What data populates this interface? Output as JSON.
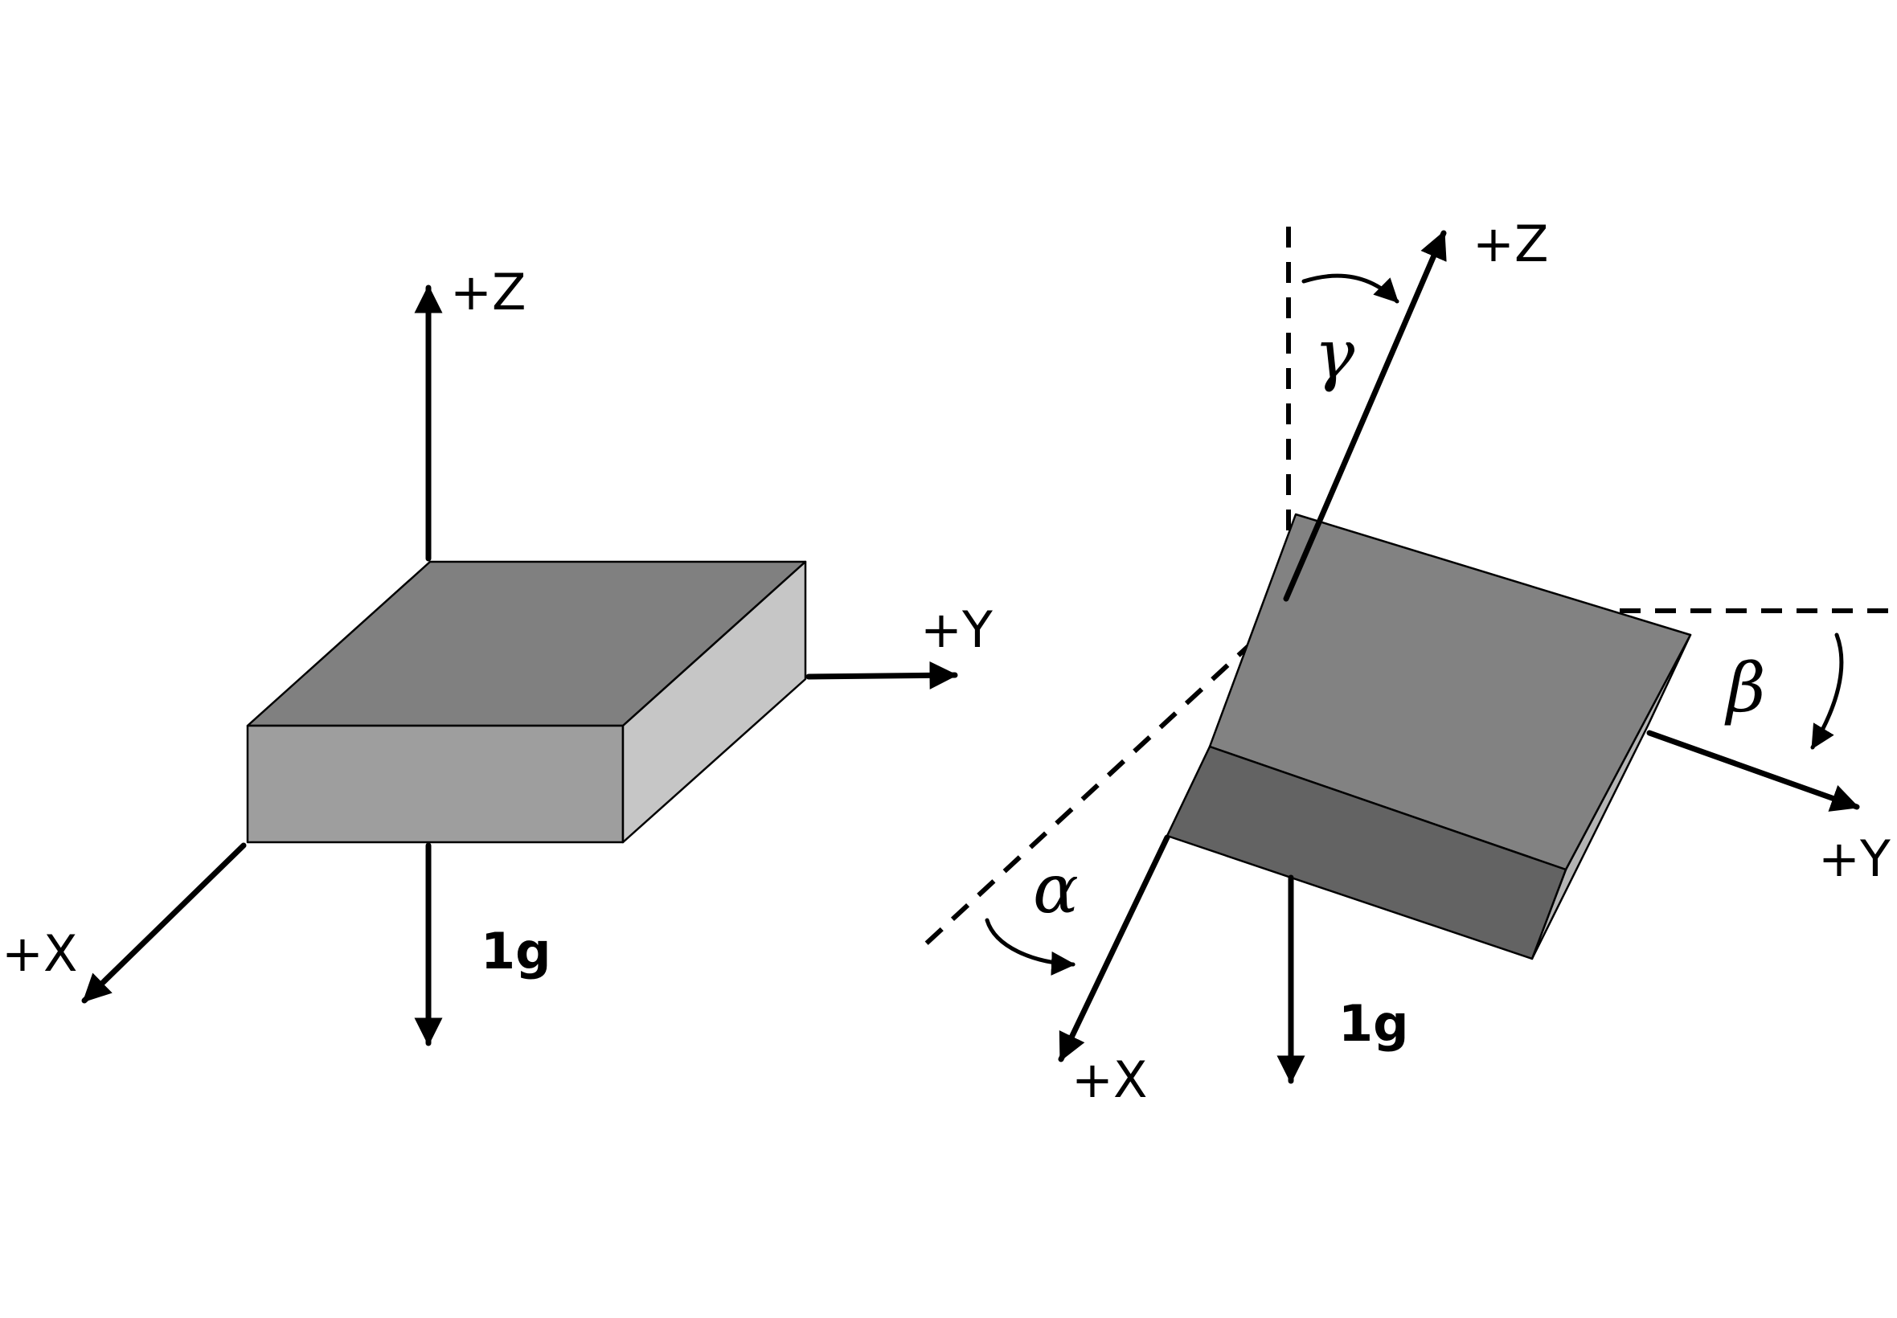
{
  "left_diagram": {
    "z_label": "+Z",
    "y_label": "+Y",
    "x_label": "+X",
    "g_label": "1g"
  },
  "right_diagram": {
    "z_label": "+Z",
    "y_label": "+Y",
    "x_label": "+X",
    "g_label": "1g",
    "alpha_label": "α",
    "beta_label": "β",
    "gamma_label": "γ"
  },
  "colors": {
    "flat_top": "#808080",
    "flat_front": "#9e9e9e",
    "flat_side": "#c6c6c6",
    "tilted_top": "#828282",
    "tilted_front": "#636363",
    "tilted_side": "#b4b4b4",
    "stroke": "#000000"
  }
}
